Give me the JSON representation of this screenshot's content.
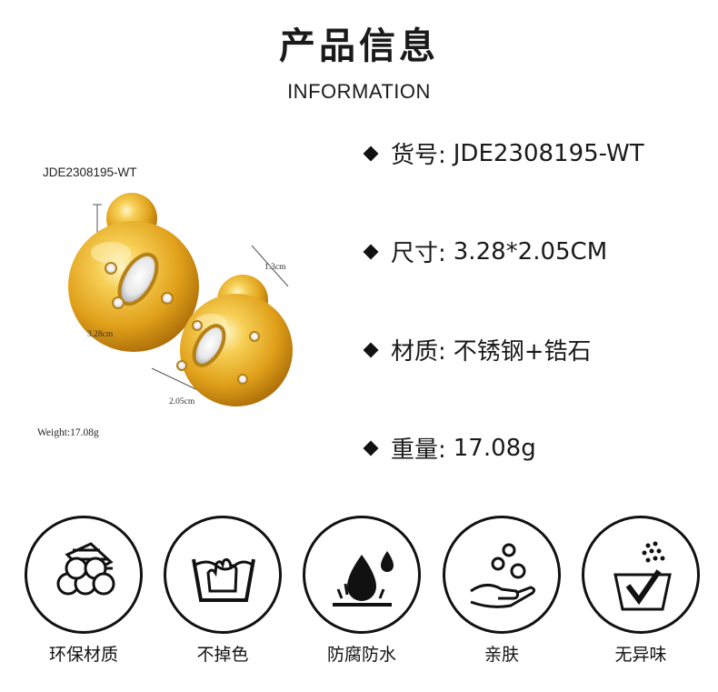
{
  "header": {
    "title_cn": "产品信息",
    "title_en": "INFORMATION"
  },
  "photo": {
    "sku": "JDE2308195-WT",
    "weight": "Weight:17.08g",
    "dim_height": "3.28cm",
    "dim_width": "2.05cm",
    "dim_ball": "1.3cm"
  },
  "specs": [
    {
      "label": "货号:",
      "value": "JDE2308195-WT"
    },
    {
      "label": "尺寸:",
      "value": "3.28*2.05CM"
    },
    {
      "label": "材质:",
      "value": "不锈钢+锆石"
    },
    {
      "label": "重量:",
      "value": "17.08g"
    }
  ],
  "features": [
    {
      "icon": "eco-material-icon",
      "label": "环保材质"
    },
    {
      "icon": "wash-no-fade-icon",
      "label": "不掉色"
    },
    {
      "icon": "waterproof-icon",
      "label": "防腐防水"
    },
    {
      "icon": "skin-friendly-icon",
      "label": "亲肤"
    },
    {
      "icon": "no-odor-icon",
      "label": "无异味"
    }
  ],
  "colors": {
    "gold": "#e3a81c",
    "text": "#1a1a1a"
  }
}
